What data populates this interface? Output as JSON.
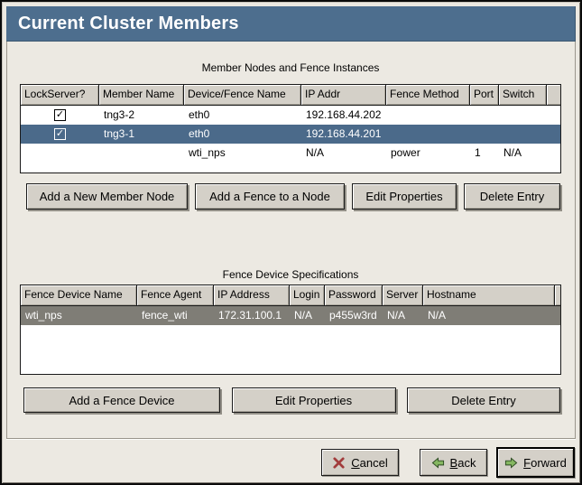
{
  "window": {
    "title": "Current Cluster Members"
  },
  "members": {
    "caption": "Member Nodes and Fence Instances",
    "columns": [
      "LockServer?",
      "Member Name",
      "Device/Fence Name",
      "IP Addr",
      "Fence Method",
      "Port",
      "Switch"
    ],
    "rows": [
      {
        "checkbox": "checked",
        "selected": false,
        "cells": [
          "",
          "tng3-2",
          "eth0",
          "192.168.44.202",
          "",
          "",
          ""
        ]
      },
      {
        "checkbox": "checked",
        "selected": true,
        "cells": [
          "",
          "tng3-1",
          "eth0",
          "192.168.44.201",
          "",
          "",
          ""
        ]
      },
      {
        "checkbox": "none",
        "selected": false,
        "cells": [
          "",
          "",
          "wti_nps",
          "N/A",
          "power",
          "1",
          "N/A"
        ]
      }
    ],
    "buttons": [
      "Add a New Member Node",
      "Add a Fence to a Node",
      "Edit Properties",
      "Delete Entry"
    ]
  },
  "devices": {
    "caption": "Fence Device Specifications",
    "columns": [
      "Fence Device Name",
      "Fence Agent",
      "IP Address",
      "Login",
      "Password",
      "Server",
      "Hostname"
    ],
    "rows": [
      {
        "selected": true,
        "cells": [
          "wti_nps",
          "fence_wti",
          "172.31.100.1",
          "N/A",
          "p455w3rd",
          "N/A",
          "N/A"
        ]
      }
    ],
    "buttons": [
      "Add a Fence Device",
      "Edit Properties",
      "Delete Entry"
    ]
  },
  "footer": {
    "cancel_label": "Cancel",
    "back_label": "Back",
    "forward_label": "Forward"
  },
  "colors": {
    "title_bar": "#4d6e8e",
    "selected_row_blue": "#4b6a8a",
    "selected_row_gray": "#7f7d76",
    "button_face": "#d4d0c8",
    "window_bg": "#ece9e2",
    "table_bg": "#ffffff",
    "icon_green": "#85b761",
    "icon_green_dark": "#2c4a22",
    "icon_red": "#a23c3c"
  }
}
